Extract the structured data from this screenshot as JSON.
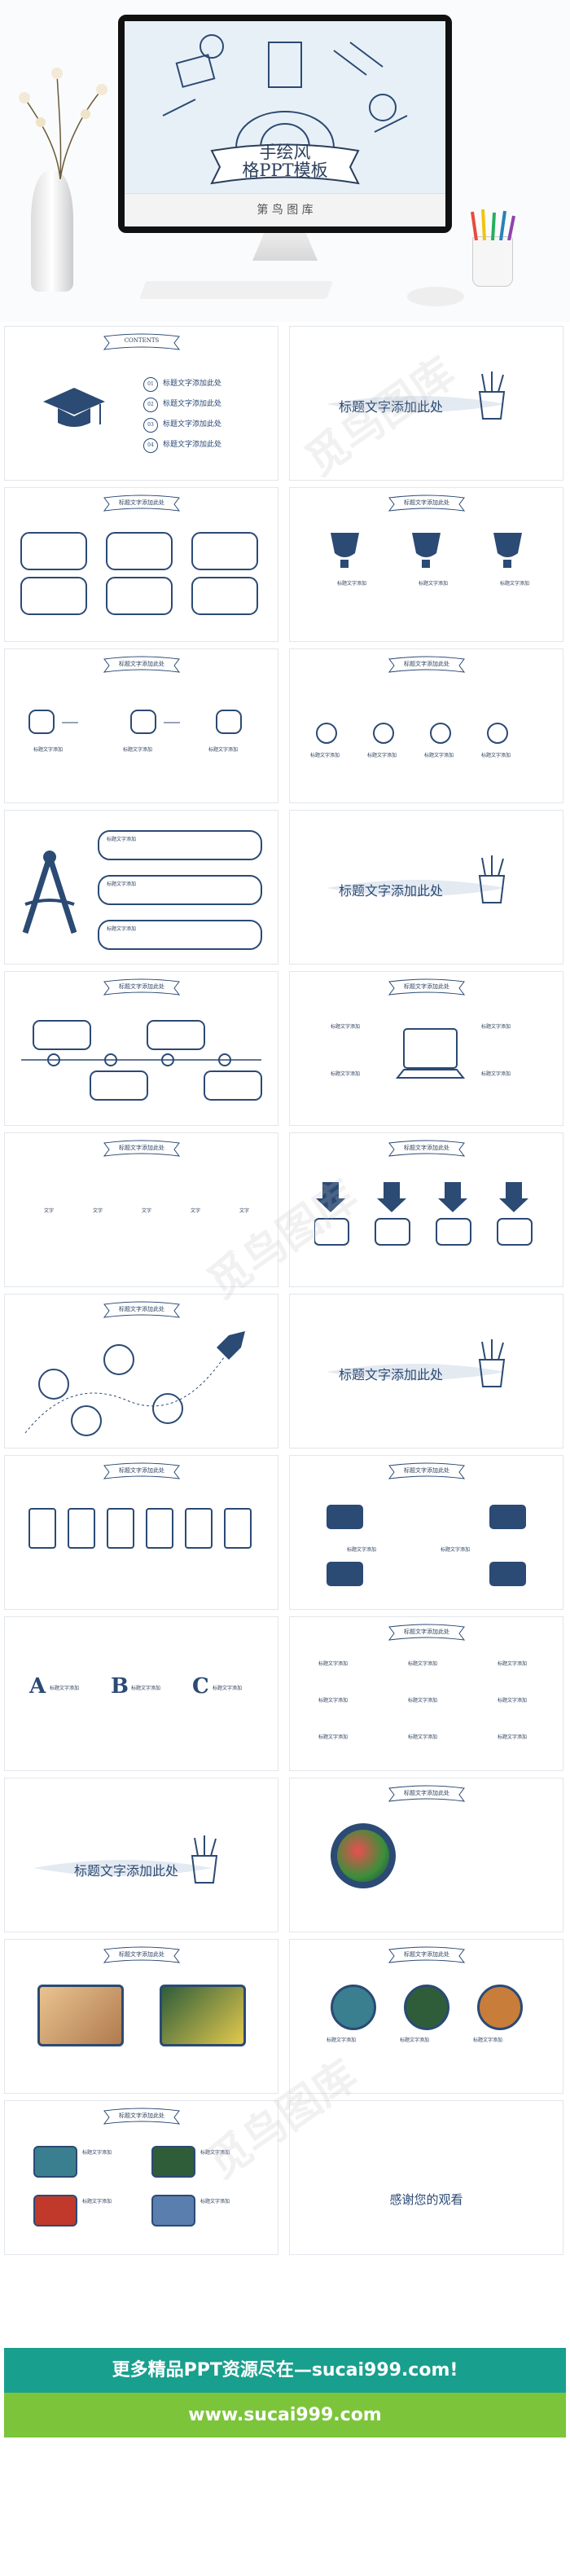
{
  "hero": {
    "title_line1": "手绘风",
    "title_line2": "格PPT模板",
    "chin_text": "第 鸟 图 库"
  },
  "slides": {
    "contents": {
      "ribbon": "CONTENTS",
      "items": [
        {
          "num": "01",
          "text": "标题文字添加此处"
        },
        {
          "num": "02",
          "text": "标题文字添加此处"
        },
        {
          "num": "03",
          "text": "标题文字添加此处"
        },
        {
          "num": "04",
          "text": "标题文字添加此处"
        }
      ]
    },
    "section_title": "标题文字添加此处",
    "ribbon_text": "标题文字添加此处",
    "item_title": "标题文字添加",
    "short_label": "文字",
    "thanks": "感谢您的观看"
  },
  "banners": {
    "top": "更多精品PPT资源尽在—sucai999.com!",
    "bottom": "www.sucai999.com"
  },
  "colors": {
    "navy": "#2b4a74",
    "teal": "#199f8e",
    "green": "#7cc53b"
  }
}
